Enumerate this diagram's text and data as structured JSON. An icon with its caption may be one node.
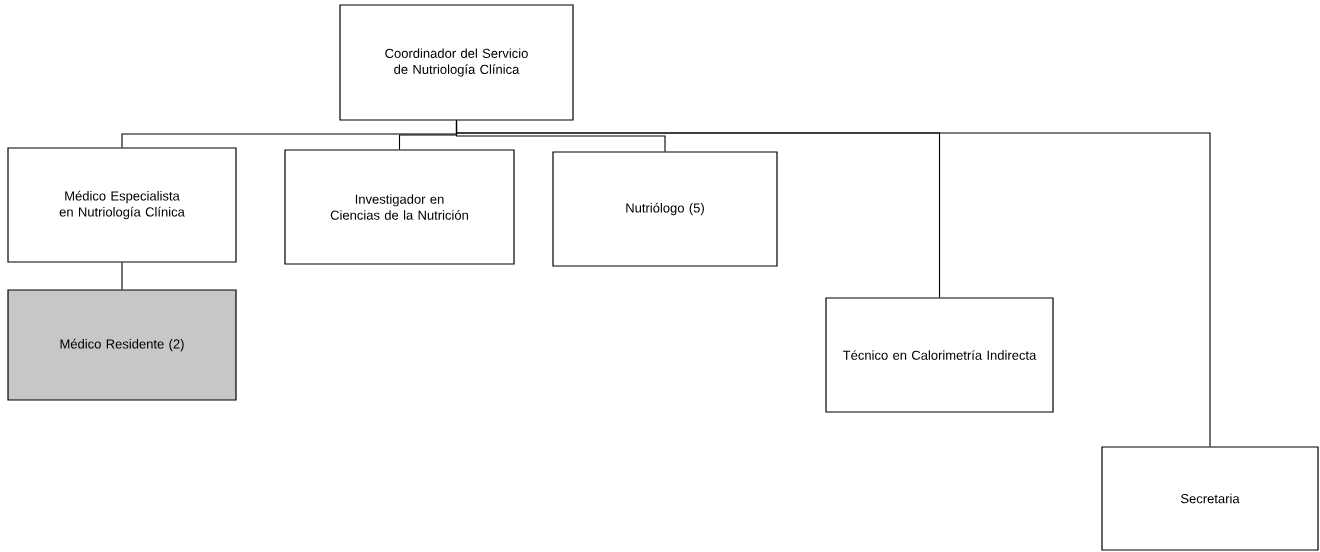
{
  "diagram": {
    "nodes": [
      {
        "text": [
          "Coordinador del Servicio de Nutriología Clínica"
        ]
      },
      {
        "text": [
          "Médico Especialista en Nutriología Clínica"
        ]
      },
      {
        "text": [
          "Investigador en Ciencias de la Nutrición"
        ]
      },
      {
        "text": [
          "Nutriólogo (5)"
        ]
      },
      {
        "text": [
          "Técnico en Calorimetría Indirecta"
        ]
      },
      {
        "text": [
          "Secretaria"
        ]
      },
      {
        "text": [
          "Médico Residente (2)"
        ]
      }
    ],
    "edges": [
      {
        "from": 0,
        "to": 1,
        "arrow": "none"
      },
      {
        "from": 0,
        "to": 2,
        "arrow": "none"
      },
      {
        "from": 0,
        "to": 3,
        "arrow": "none"
      },
      {
        "from": 0,
        "to": 4,
        "arrow": "none"
      },
      {
        "from": 0,
        "to": 5,
        "arrow": "none"
      },
      {
        "from": 1,
        "to": 6,
        "arrow": "none"
      }
    ]
  }
}
